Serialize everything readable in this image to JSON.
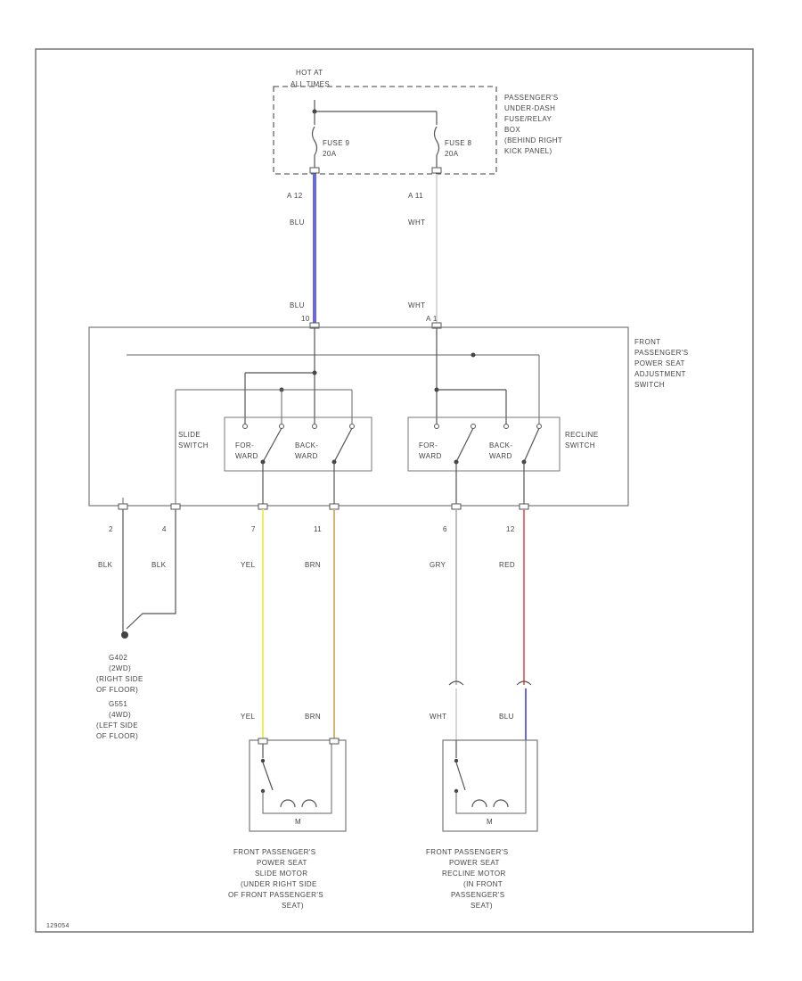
{
  "fuse_box": {
    "hot_label": [
      "HOT AT",
      "ALL TIMES"
    ],
    "label": [
      "PASSENGER'S",
      "UNDER-DASH",
      "FUSE/RELAY",
      "BOX",
      "(BEHIND RIGHT",
      "KICK PANEL)"
    ],
    "fuse_left": [
      "FUSE 9",
      "20A"
    ],
    "fuse_right": [
      "FUSE 8",
      "20A"
    ],
    "pin_left": "A 12",
    "pin_right": "A 11"
  },
  "wires_top": {
    "left_color_upper": "BLU",
    "right_color_upper": "WHT",
    "left_color_lower": "BLU",
    "right_color_lower": "WHT",
    "left_pin": "10",
    "right_pin": "A 1"
  },
  "switch_box": {
    "label": [
      "FRONT",
      "PASSENGER'S",
      "POWER SEAT",
      "ADJUSTMENT",
      "SWITCH"
    ],
    "slide_switch": [
      "SLIDE",
      "SWITCH"
    ],
    "recline_switch": [
      "RECLINE",
      "SWITCH"
    ],
    "slide_fwd": [
      "FOR-",
      "WARD"
    ],
    "slide_back": [
      "BACK-",
      "WARD"
    ],
    "recline_fwd": [
      "FOR-",
      "WARD"
    ],
    "recline_back": [
      "BACK-",
      "WARD"
    ]
  },
  "bottom_pins": [
    "2",
    "4",
    "7",
    "11",
    "6",
    "12"
  ],
  "bottom_colors": [
    "BLK",
    "BLK",
    "YEL",
    "BRN",
    "GRY",
    "RED"
  ],
  "ground": [
    "G402",
    "(2WD)",
    "(RIGHT SIDE",
    "OF FLOOR)",
    "G551",
    "(4WD)",
    "(LEFT SIDE",
    "OF FLOOR)"
  ],
  "lower_colors": [
    "YEL",
    "BRN",
    "WHT",
    "BLU"
  ],
  "slide_motor": [
    "FRONT PASSENGER'S",
    "POWER SEAT",
    "SLIDE MOTOR",
    "(UNDER RIGHT SIDE",
    "OF FRONT PASSENGER'S",
    "SEAT)"
  ],
  "recline_motor": [
    "FRONT PASSENGER'S",
    "POWER SEAT",
    "RECLINE MOTOR",
    "(IN FRONT",
    "PASSENGER'S",
    "SEAT)"
  ],
  "motor_symbol": "M",
  "code": "129054",
  "colors": {
    "blue_wire": "#6666ee",
    "white_wire": "#cccccc",
    "yellow_wire": "#eeee55",
    "brown_wire": "#d9b070",
    "gray_wire": "#aaaaaa",
    "red_wire": "#ee7070"
  }
}
